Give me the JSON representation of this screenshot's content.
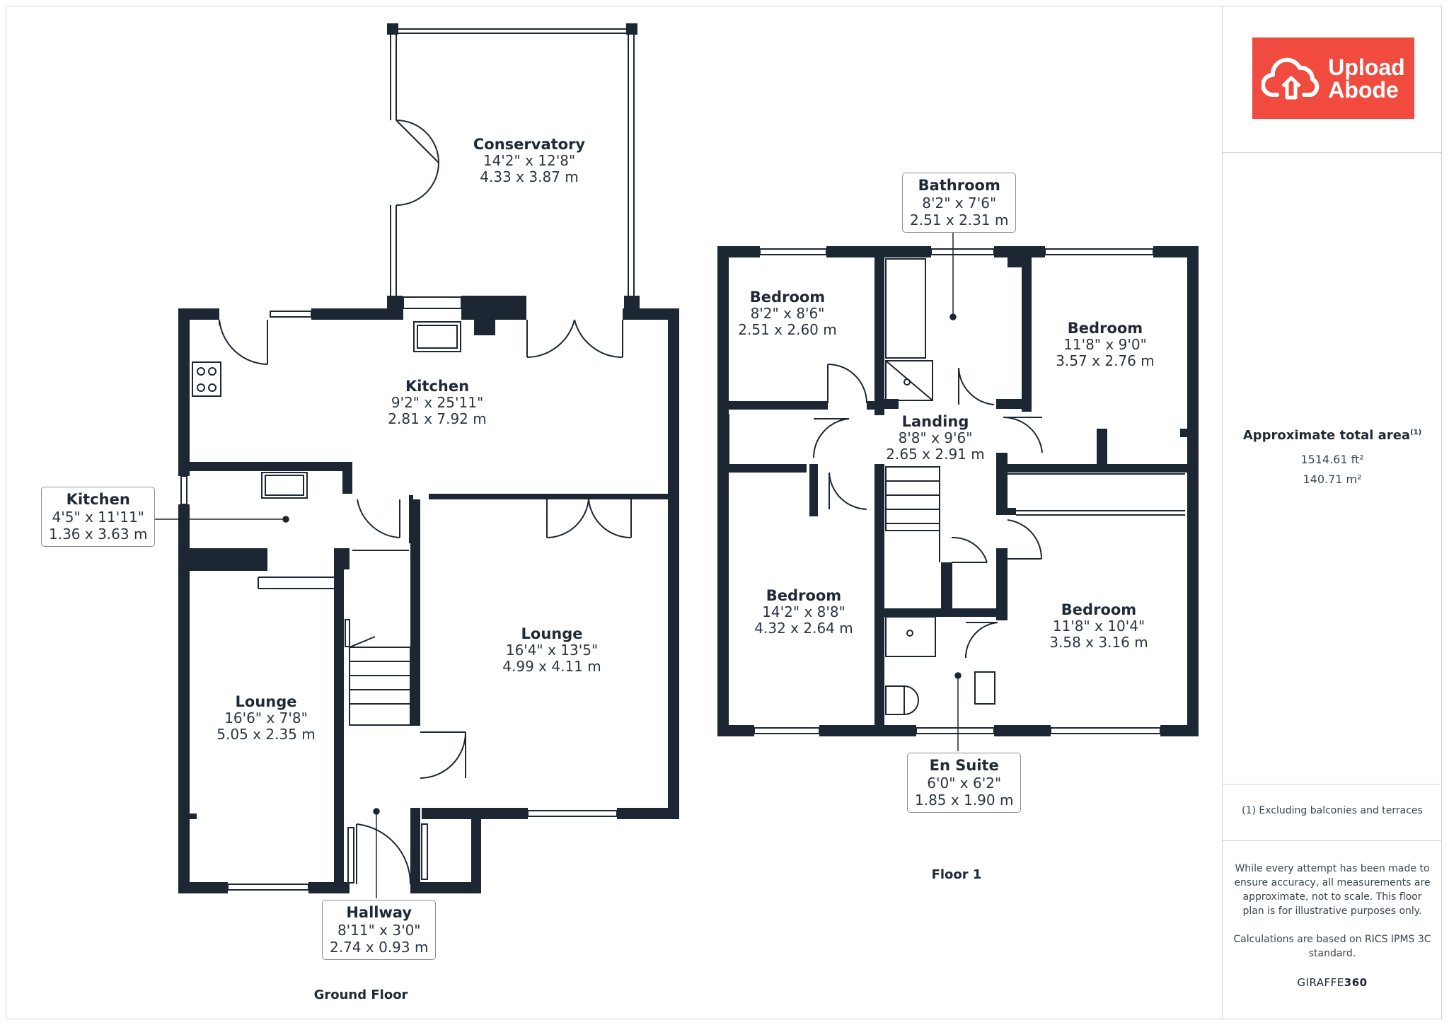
{
  "brand": {
    "logo_line1": "Upload",
    "logo_line2": "Abode",
    "color": "#f04b3e"
  },
  "colors": {
    "wall": "#1c2733",
    "label_border": "#8a9098",
    "text": "#1f2a36"
  },
  "rooms": [
    {
      "id": "conservatory",
      "name": "Conservatory",
      "imperial": "14'2\" x 12'8\"",
      "metric": "4.33 x 3.87 m"
    },
    {
      "id": "kitchen",
      "name": "Kitchen",
      "imperial": "9'2\" x 25'11\"",
      "metric": "2.81 x 7.92 m"
    },
    {
      "id": "kitchen-small",
      "name": "Kitchen",
      "imperial": "4'5\" x 11'11\"",
      "metric": "1.36 x 3.63 m"
    },
    {
      "id": "lounge-large",
      "name": "Lounge",
      "imperial": "16'4\" x 13'5\"",
      "metric": "4.99 x 4.11 m"
    },
    {
      "id": "lounge-small",
      "name": "Lounge",
      "imperial": "16'6\" x 7'8\"",
      "metric": "5.05 x 2.35 m"
    },
    {
      "id": "hallway",
      "name": "Hallway",
      "imperial": "8'11\" x 3'0\"",
      "metric": "2.74 x 0.93 m"
    },
    {
      "id": "bathroom",
      "name": "Bathroom",
      "imperial": "8'2\" x 7'6\"",
      "metric": "2.51 x 2.31 m"
    },
    {
      "id": "bedroom-1",
      "name": "Bedroom",
      "imperial": "8'2\" x 8'6\"",
      "metric": "2.51 x 2.60 m"
    },
    {
      "id": "bedroom-2",
      "name": "Bedroom",
      "imperial": "11'8\" x 9'0\"",
      "metric": "3.57 x 2.76 m"
    },
    {
      "id": "landing",
      "name": "Landing",
      "imperial": "8'8\" x 9'6\"",
      "metric": "2.65 x 2.91 m"
    },
    {
      "id": "bedroom-3",
      "name": "Bedroom",
      "imperial": "14'2\" x 8'8\"",
      "metric": "4.32 x 2.64 m"
    },
    {
      "id": "bedroom-4",
      "name": "Bedroom",
      "imperial": "11'8\" x 10'4\"",
      "metric": "3.58 x 3.16 m"
    },
    {
      "id": "en-suite",
      "name": "En Suite",
      "imperial": "6'0\" x 6'2\"",
      "metric": "1.85 x 1.90 m"
    }
  ],
  "floors": {
    "ground": "Ground Floor",
    "first": "Floor 1"
  },
  "area": {
    "title": "Approximate total area",
    "footnote_mark": "(1)",
    "ft2": "1514.61 ft²",
    "m2": "140.71 m²",
    "footnote": "(1) Excluding balconies and terraces"
  },
  "disclaimer": {
    "line1": "While every attempt has been made to",
    "line2": "ensure accuracy, all measurements are",
    "line3": "approximate, not to scale. This floor",
    "line4": "plan is for illustrative purposes only.",
    "line5": "Calculations are based on RICS IPMS 3C",
    "line6": "standard."
  },
  "credit": {
    "part1": "GIRAFFE",
    "part2": "360"
  }
}
